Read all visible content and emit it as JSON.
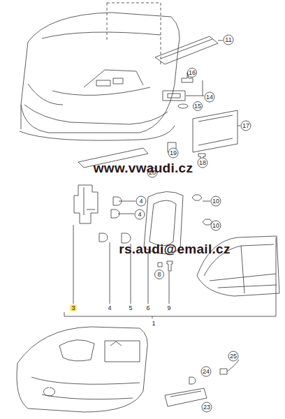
{
  "diagram": {
    "labels": [
      "11",
      "16",
      "14",
      "15",
      "17",
      "19",
      "18",
      "20",
      "www.vwaudi.cz",
      "4",
      "4",
      "10",
      "10",
      "rs.audi@email.cz",
      "8",
      "3",
      "4",
      "5",
      "6",
      "9",
      "1",
      "24",
      "25",
      "23"
    ]
  }
}
